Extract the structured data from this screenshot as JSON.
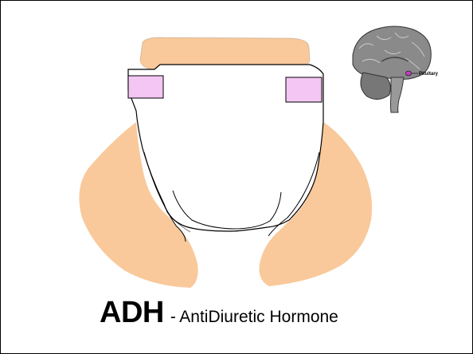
{
  "caption": {
    "abbreviation": "ADH",
    "separator": "-",
    "full_name": "AntiDiuretic Hormone"
  },
  "inset": {
    "label": "Pituitary"
  },
  "colors": {
    "tissue": "#f9c99b",
    "highlight": "#f4c6f4",
    "outline": "#000000",
    "brain_fill": "#8a8a8a",
    "brain_dark": "#555555",
    "pituitary_marker": "#c040c0",
    "background": "#ffffff"
  }
}
